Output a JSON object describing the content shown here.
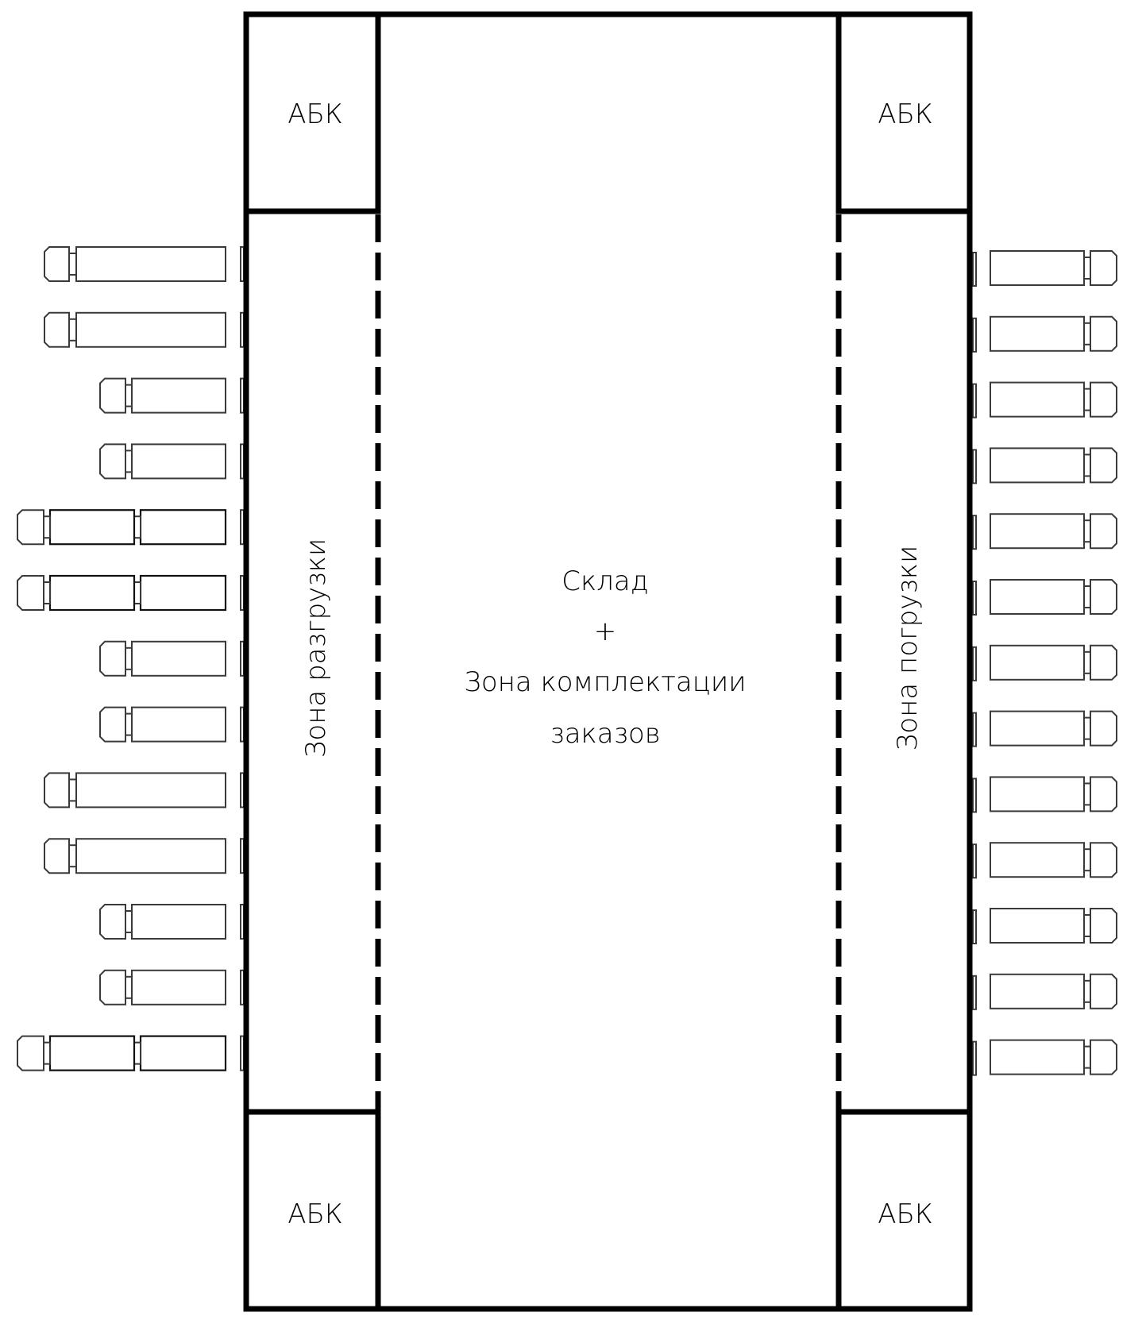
{
  "diagram": {
    "title": "Warehouse layout",
    "zones": {
      "admin_top_left": "АБК",
      "admin_top_right": "АБК",
      "admin_bottom_left": "АБК",
      "admin_bottom_right": "АБК",
      "unloading": "Зона разгрузки",
      "loading": "Зона погрузки",
      "center_line1": "Склад",
      "center_line2": "+",
      "center_line3": "Зона комплектации",
      "center_line4": "заказов"
    },
    "unloading_docks": [
      {
        "truck": "long"
      },
      {
        "truck": "long"
      },
      {
        "truck": "short"
      },
      {
        "truck": "short"
      },
      {
        "truck": "double"
      },
      {
        "truck": "double"
      },
      {
        "truck": "short"
      },
      {
        "truck": "short"
      },
      {
        "truck": "long"
      },
      {
        "truck": "long"
      },
      {
        "truck": "short"
      },
      {
        "truck": "short"
      },
      {
        "truck": "double"
      }
    ],
    "loading_docks": [
      {
        "truck": "standard"
      },
      {
        "truck": "standard"
      },
      {
        "truck": "standard"
      },
      {
        "truck": "standard"
      },
      {
        "truck": "standard"
      },
      {
        "truck": "standard"
      },
      {
        "truck": "standard"
      },
      {
        "truck": "standard"
      },
      {
        "truck": "standard"
      },
      {
        "truck": "standard"
      },
      {
        "truck": "standard"
      },
      {
        "truck": "standard"
      },
      {
        "truck": "standard"
      }
    ]
  }
}
